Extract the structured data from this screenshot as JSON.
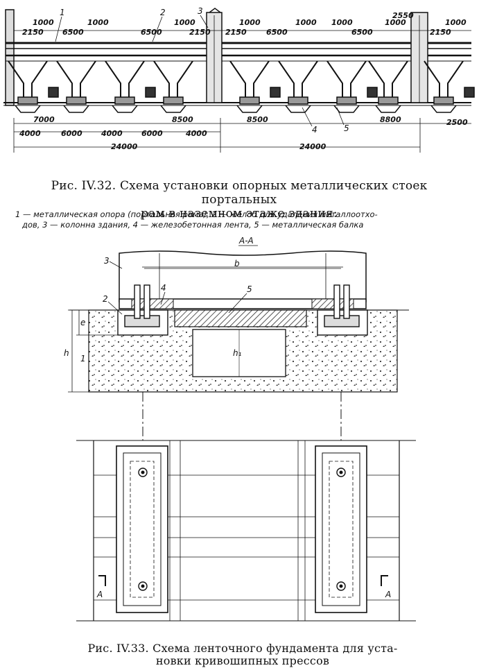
{
  "fig32": {
    "caption_line1": "Рис. IV.32. Схема установки опорных металлических стоек портальных",
    "caption_line2": "рам в наземном этаже здания:",
    "legend_line1": "1 — металлическая опора (портальная рама), 2 — желоб для удаления металлоотхо-",
    "legend_line2": "дов, 3 — колонна здания, 4 — железобетонная лента, 5 — металлическая балка",
    "callouts": [
      "1",
      "2",
      "3",
      "4",
      "5"
    ],
    "top_dims": [
      "1000",
      "2150",
      "6500",
      "1000",
      "6500",
      "1000",
      "2150",
      "2150",
      "1000",
      "6500",
      "1000",
      "1000",
      "6500",
      "2550",
      "1000",
      "2150",
      "1000"
    ],
    "bottom_dims_row1": [
      "7000",
      "8500",
      "8500",
      "8800",
      "2500"
    ],
    "bottom_dims_row2": [
      "4000",
      "6000",
      "4000",
      "6000",
      "4000"
    ],
    "bottom_dims_row3": [
      "24000",
      "24000"
    ]
  },
  "fig33": {
    "section_label": "А-А",
    "callouts": [
      "1",
      "2",
      "3",
      "4",
      "5"
    ],
    "dim_b": "b",
    "dim_h": "h",
    "dim_h1": "h₁",
    "dim_e": "e",
    "cut_left": "A",
    "cut_right": "A",
    "caption_line1": "Рис. IV.33. Схема ленточного фундамента для уста-",
    "caption_line2": "новки кривошипных прессов"
  }
}
